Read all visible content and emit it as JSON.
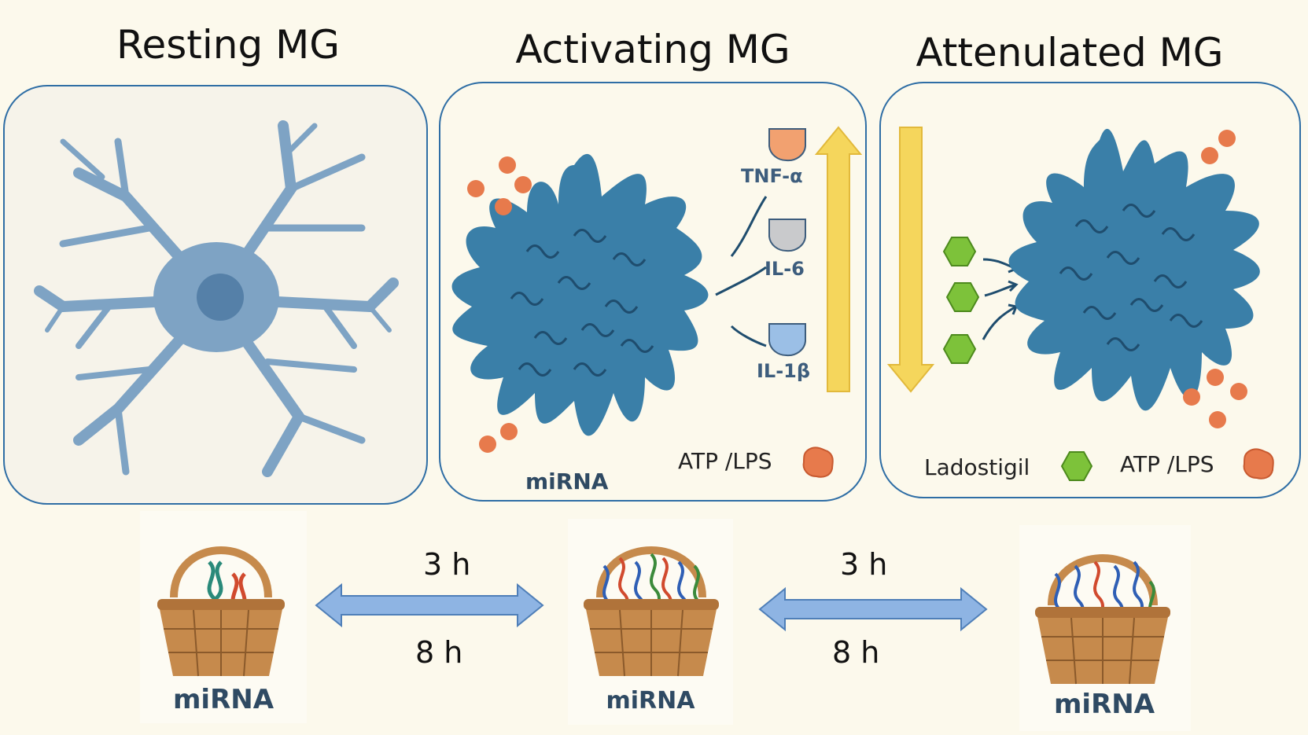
{
  "titles": {
    "resting": "Resting MG",
    "activating": "Activating MG",
    "attenulated": "Attenulated MG"
  },
  "activating_panel": {
    "cytokines": [
      "TNF-α",
      "IL-6",
      "IL-1β"
    ],
    "mirna_label": "miRNA",
    "stimulus_label": "ATP /LPS"
  },
  "attenulated_panel": {
    "drug_label": "Ladostigil",
    "stimulus_label": "ATP /LPS"
  },
  "bottom": {
    "basket_labels": [
      "miRNA",
      "miRNA",
      "miRNA"
    ],
    "transition_left": {
      "top_time": "3 h",
      "bottom_time": "8 h"
    },
    "transition_right": {
      "top_time": "3 h",
      "bottom_time": "8 h"
    }
  },
  "colors": {
    "cell_blue": "#3a7fa8",
    "resting_cell": "#7ea3c4",
    "panel_border": "#2f6ea5",
    "arrow_yellow": "#f5d65c",
    "stimulus_orange": "#e77a4c",
    "drug_green": "#7dc23a",
    "tnf": "#f2a170",
    "il6": "#c9cacc",
    "il1b": "#9bbfe6",
    "double_arrow": "#8eb4e3",
    "basket": "#c68a4c"
  }
}
